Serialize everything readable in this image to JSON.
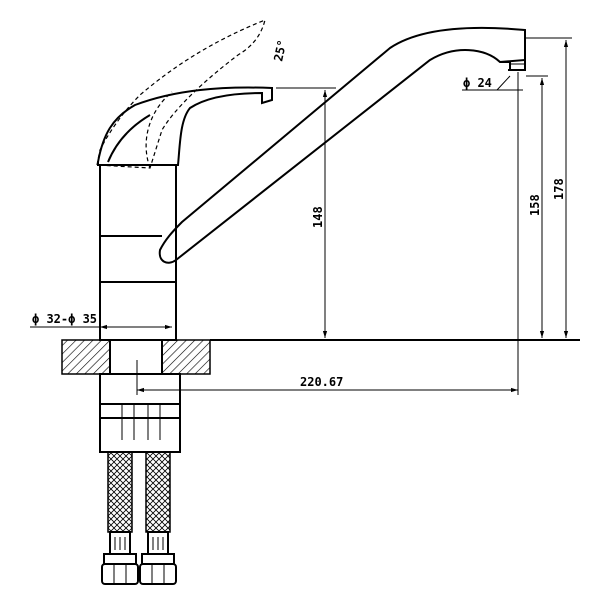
{
  "dimensions": {
    "angle": "25°",
    "spout_diameter": "ϕ 24",
    "height_148": "148",
    "height_158": "158",
    "height_178": "178",
    "base_diameter": "ϕ 32-ϕ 35",
    "reach": "220.67"
  },
  "colors": {
    "line": "#000000",
    "background": "#ffffff"
  }
}
